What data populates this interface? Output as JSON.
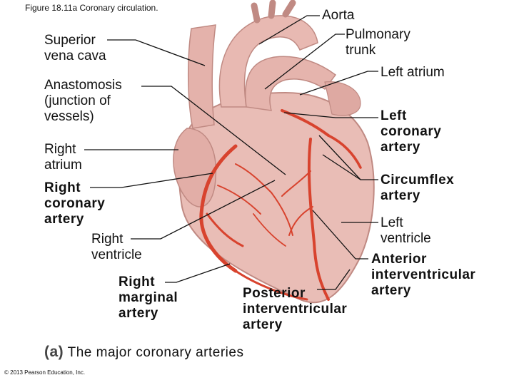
{
  "figure_title": "Figure 18.11a Coronary circulation.",
  "copyright": "© 2013 Pearson Education, Inc.",
  "caption": {
    "tag": "(a)",
    "text": " The major coronary arteries"
  },
  "labels": {
    "superior_vena_cava": "Superior\nvena cava",
    "anastomosis": "Anastomosis\n(junction of\nvessels)",
    "right_atrium": "Right\natrium",
    "right_coronary_artery": "Right\ncoronary\nartery",
    "right_ventricle": "Right\nventricle",
    "right_marginal_artery": "Right\nmarginal\nartery",
    "posterior_interventricular_artery": "Posterior\ninterventricular\nartery",
    "aorta": "Aorta",
    "pulmonary_trunk": "Pulmonary\ntrunk",
    "left_atrium": "Left atrium",
    "left_coronary_artery": "Left\ncoronary\nartery",
    "circumflex_artery": "Circumflex\nartery",
    "left_ventricle": "Left\nventricle",
    "anterior_interventricular_artery": "Anterior\ninterventricular\nartery"
  },
  "colors": {
    "heart": "#e7b7b0",
    "heart_shadow": "#c98f88",
    "artery": "#d8432e",
    "leader": "#111111"
  }
}
